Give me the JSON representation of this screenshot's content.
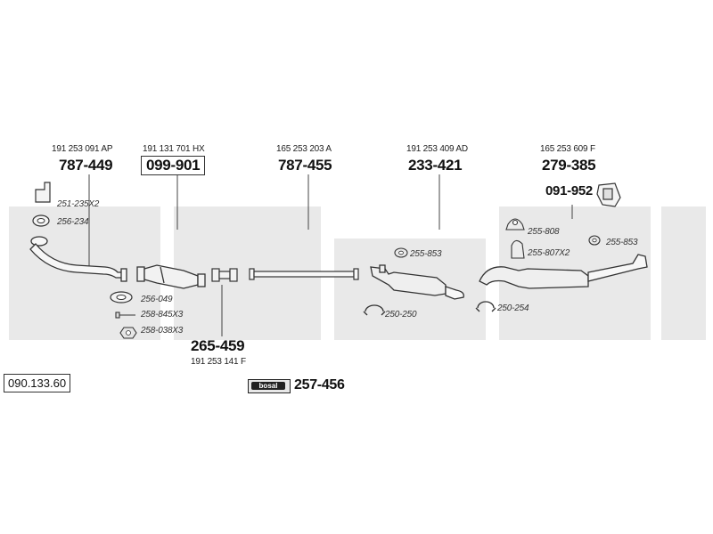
{
  "diagram_code": "090.133.60",
  "brand_badge": "bosal",
  "groups": [
    {
      "oem": "191 253 091 AP",
      "part": "787-449"
    },
    {
      "oem": "191 131 701 HX",
      "part": "099-901"
    },
    {
      "oem": "165 253 203 A",
      "part": "787-455"
    },
    {
      "oem": "191 253 409 AD",
      "part": "233-421"
    },
    {
      "oem": "165 253 609 F",
      "part": "279-385"
    }
  ],
  "part_091": "091-952",
  "part_265": {
    "part": "265-459",
    "oem": "191 253 141 F"
  },
  "part_257": "257-456",
  "sub_parts": {
    "p251": "251-235X2",
    "p256_234": "256-234",
    "p256_049": "256-049",
    "p258_845": "258-845X3",
    "p258_038": "258-038X3",
    "p255_853_a": "255-853",
    "p250_250": "250-250",
    "p255_808": "255-808",
    "p255_807": "255-807X2",
    "p255_853_b": "255-853",
    "p250_254": "250-254"
  }
}
